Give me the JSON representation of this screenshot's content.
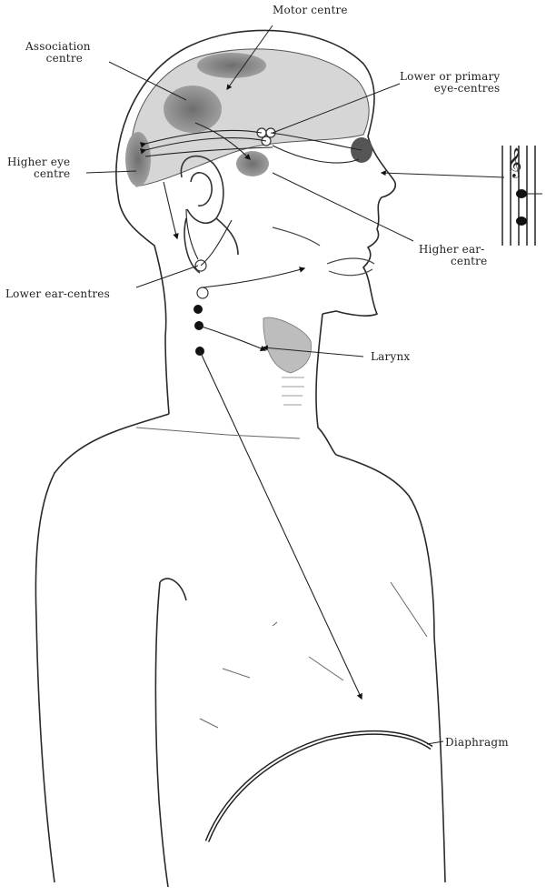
{
  "labels": {
    "motor_centre": "Motor centre",
    "association_centre_1": "Association",
    "association_centre_2": "centre",
    "lower_eye_1": "Lower or primary",
    "lower_eye_2": "eye-centres",
    "higher_eye_1": "Higher eye",
    "higher_eye_2": "centre",
    "higher_ear_1": "Higher ear-",
    "higher_ear_2": "centre",
    "lower_ear": "Lower ear-centres",
    "larynx": "Larynx",
    "diaphragm": "Diaphragm"
  },
  "colors": {
    "line": "#2a2a2a",
    "shade": "#9a9a9a",
    "centre_fill": "#7d7d7d",
    "node_dark": "#111111"
  }
}
